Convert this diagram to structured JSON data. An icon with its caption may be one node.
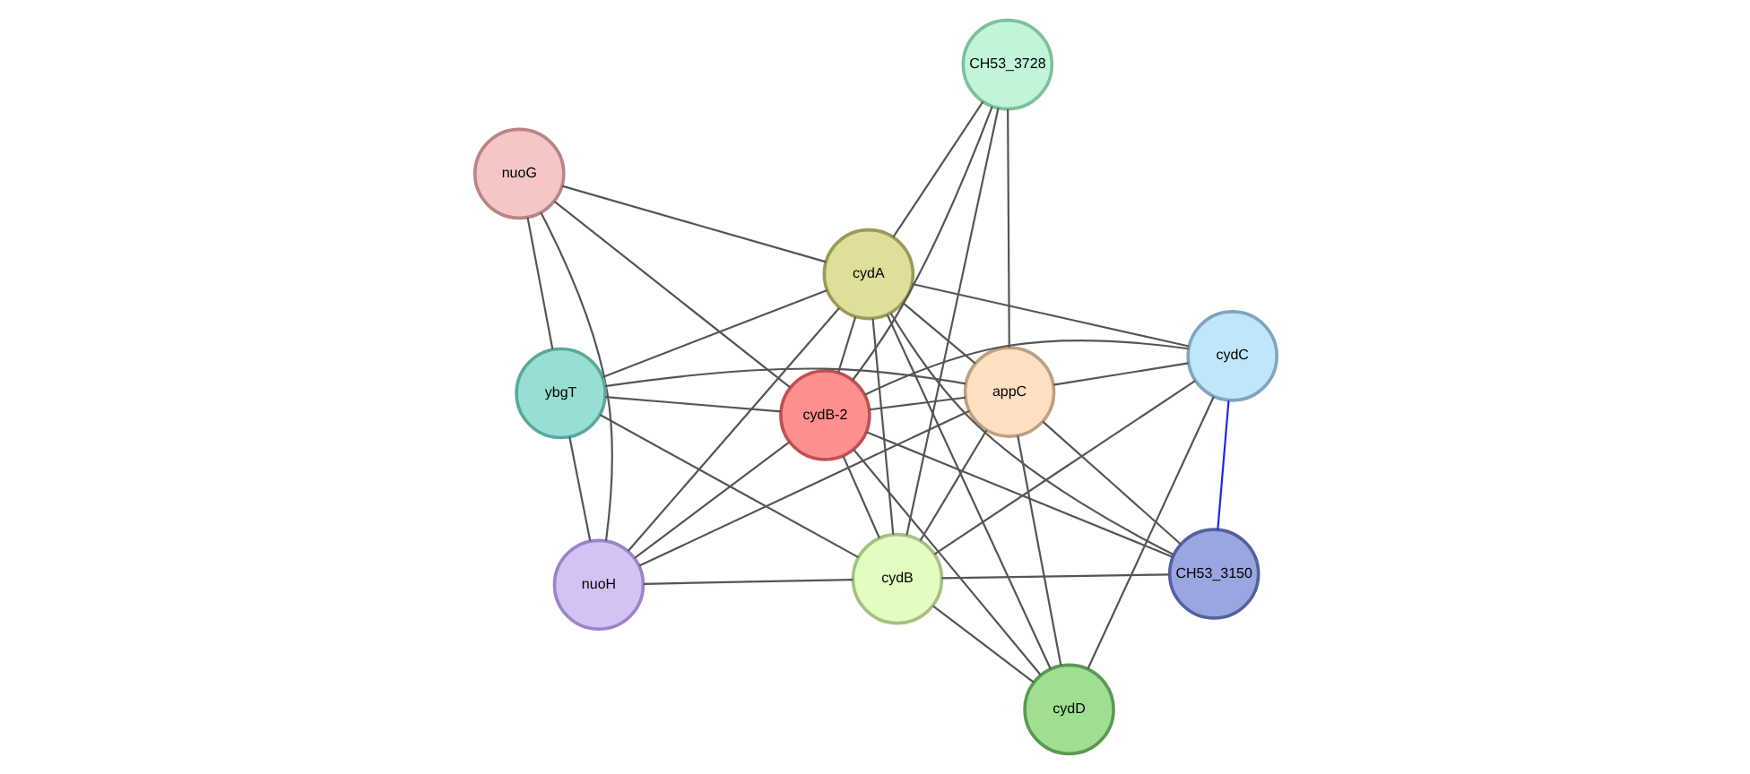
{
  "diagram": {
    "nodes": [
      {
        "text": [
          "nuoG"
        ]
      },
      {
        "text": [
          "CH53_3728"
        ]
      },
      {
        "text": [
          "nuoH"
        ]
      },
      {
        "text": [
          "cydA"
        ]
      },
      {
        "text": [
          "appC"
        ]
      },
      {
        "text": [
          "cydB-2"
        ]
      },
      {
        "text": [
          "ybgT"
        ]
      },
      {
        "text": [
          "cydC"
        ]
      },
      {
        "text": [
          "cydB"
        ]
      },
      {
        "text": [
          "CH53_3150"
        ]
      },
      {
        "text": [
          "cydD"
        ]
      }
    ],
    "edges": [
      {
        "from": 0,
        "to": 2,
        "arrow": "none"
      },
      {
        "from": 0,
        "to": 3,
        "arrow": "none"
      },
      {
        "from": 0,
        "to": 5,
        "arrow": "none"
      },
      {
        "from": 0,
        "to": 6,
        "arrow": "none"
      },
      {
        "from": 2,
        "to": 3,
        "arrow": "none"
      },
      {
        "from": 2,
        "to": 4,
        "arrow": "none"
      },
      {
        "from": 2,
        "to": 5,
        "arrow": "none"
      },
      {
        "from": 2,
        "to": 8,
        "arrow": "none"
      },
      {
        "from": 2,
        "to": 6,
        "arrow": "none"
      },
      {
        "from": 1,
        "to": 3,
        "arrow": "none"
      },
      {
        "from": 1,
        "to": 4,
        "arrow": "none"
      },
      {
        "from": 1,
        "to": 5,
        "arrow": "none"
      },
      {
        "from": 1,
        "to": 8,
        "arrow": "none"
      },
      {
        "from": 3,
        "to": 4,
        "arrow": "none"
      },
      {
        "from": 3,
        "to": 5,
        "arrow": "none"
      },
      {
        "from": 3,
        "to": 8,
        "arrow": "none"
      },
      {
        "from": 3,
        "to": 6,
        "arrow": "none"
      },
      {
        "from": 3,
        "to": 7,
        "arrow": "none"
      },
      {
        "from": 3,
        "to": 10,
        "arrow": "none"
      },
      {
        "from": 3,
        "to": 9,
        "arrow": "none"
      },
      {
        "from": 4,
        "to": 5,
        "arrow": "none"
      },
      {
        "from": 4,
        "to": 8,
        "arrow": "none"
      },
      {
        "from": 4,
        "to": 6,
        "arrow": "none"
      },
      {
        "from": 4,
        "to": 7,
        "arrow": "none"
      },
      {
        "from": 4,
        "to": 10,
        "arrow": "none"
      },
      {
        "from": 4,
        "to": 9,
        "arrow": "none"
      },
      {
        "from": 5,
        "to": 8,
        "arrow": "none"
      },
      {
        "from": 5,
        "to": 6,
        "arrow": "none"
      },
      {
        "from": 5,
        "to": 7,
        "arrow": "none"
      },
      {
        "from": 5,
        "to": 10,
        "arrow": "none"
      },
      {
        "from": 5,
        "to": 9,
        "arrow": "none"
      },
      {
        "from": 8,
        "to": 6,
        "arrow": "none"
      },
      {
        "from": 8,
        "to": 7,
        "arrow": "none"
      },
      {
        "from": 8,
        "to": 10,
        "arrow": "none"
      },
      {
        "from": 8,
        "to": 9,
        "arrow": "none"
      },
      {
        "from": 7,
        "to": 9,
        "arrow": "none",
        "color": "#2222ee"
      },
      {
        "from": 7,
        "to": 10,
        "arrow": "none"
      }
    ]
  }
}
